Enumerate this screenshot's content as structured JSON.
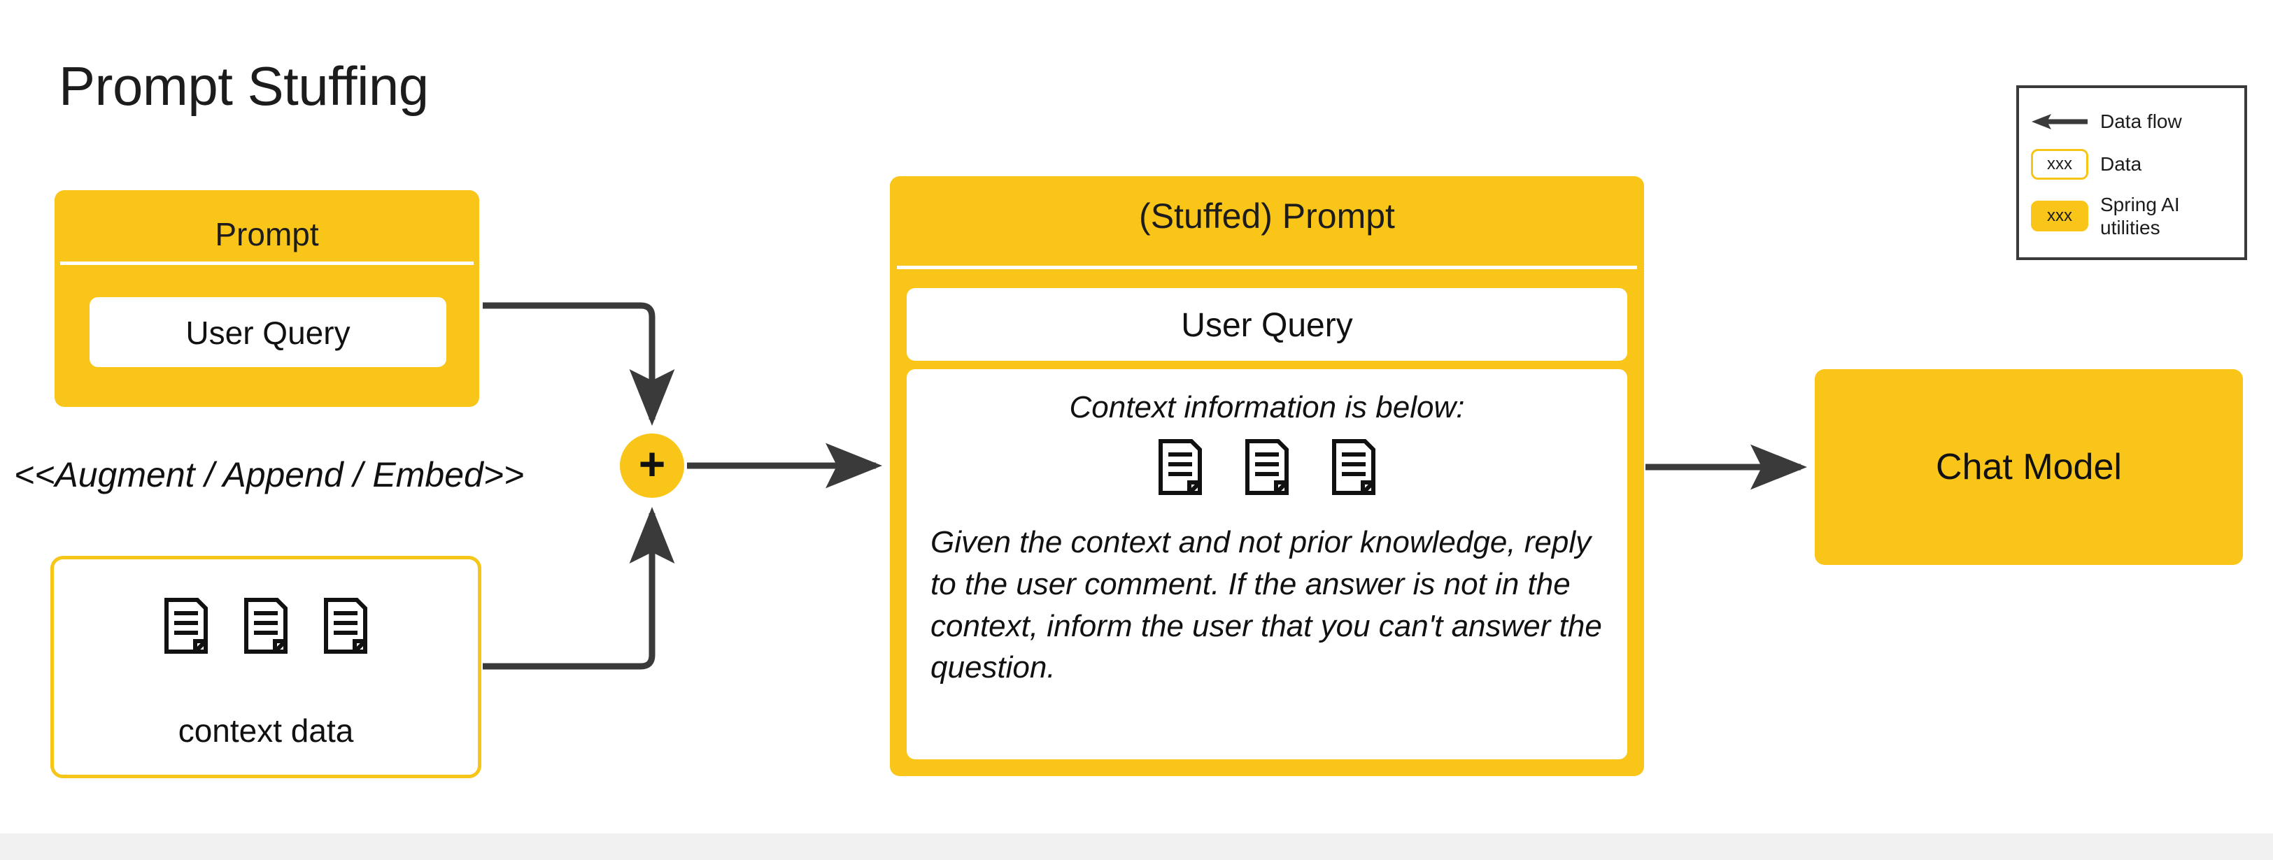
{
  "title": "Prompt Stuffing",
  "colors": {
    "accent_yellow": "#f9c518",
    "outline_yellow": "#f5c518",
    "connector_dark": "#3a3a3a",
    "text_dark": "#111111",
    "bottom_strip": "#f1f1f1"
  },
  "prompt_box": {
    "header": "Prompt",
    "query_label": "User Query"
  },
  "augment_label": "<<Augment / Append / Embed>>",
  "context_box": {
    "caption": "context data",
    "doc_count": 3,
    "doc_icon": "document-icon"
  },
  "merge_node": {
    "glyph": "+",
    "name": "plus-merge-node"
  },
  "stuffed_prompt": {
    "header": "(Stuffed) Prompt",
    "query_label": "User Query",
    "context_header": "Context information is below:",
    "doc_count": 3,
    "doc_icon": "document-icon",
    "instruction": "Given the context and not prior knowledge, reply to the user comment. If the answer is not in the context, inform the user that you can't answer the question."
  },
  "chat_model": {
    "label": "Chat Model"
  },
  "legend": {
    "rows": [
      {
        "symbol": "arrow-left-icon",
        "label": "Data flow"
      },
      {
        "symbol": "chip-outline",
        "chip_text": "xxx",
        "label": "Data"
      },
      {
        "symbol": "chip-filled",
        "chip_text": "xxx",
        "label": "Spring AI utilities"
      }
    ]
  }
}
